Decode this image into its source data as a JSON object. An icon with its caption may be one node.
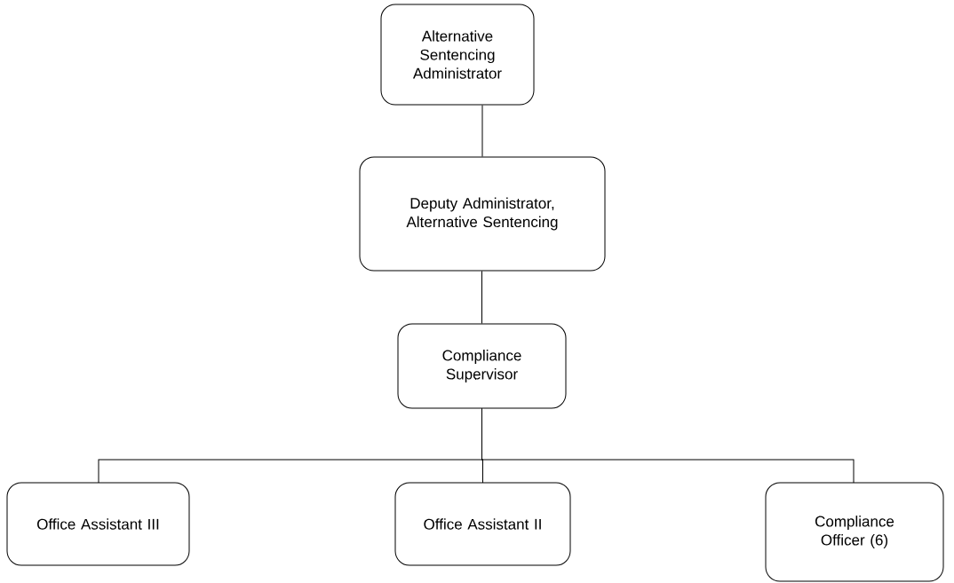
{
  "diagram": {
    "nodes": [
      {
        "text": [
          "Alternative Sentencing Administrator"
        ]
      },
      {
        "text": [
          "Deputy Administrator, Alternative Sentencing"
        ]
      },
      {
        "text": [
          "Compliance Supervisor"
        ]
      },
      {
        "text": [
          "Office Assistant III"
        ]
      },
      {
        "text": [
          "Office Assistant II"
        ]
      },
      {
        "text": [
          "Compliance Officer (6)"
        ]
      }
    ],
    "edges": [
      {
        "from": 0,
        "to": 1,
        "arrow": "none"
      },
      {
        "from": 1,
        "to": 2,
        "arrow": "none"
      },
      {
        "from": 2,
        "to": 3,
        "arrow": "none"
      },
      {
        "from": 2,
        "to": 4,
        "arrow": "none"
      },
      {
        "from": 2,
        "to": 5,
        "arrow": "none"
      }
    ]
  }
}
